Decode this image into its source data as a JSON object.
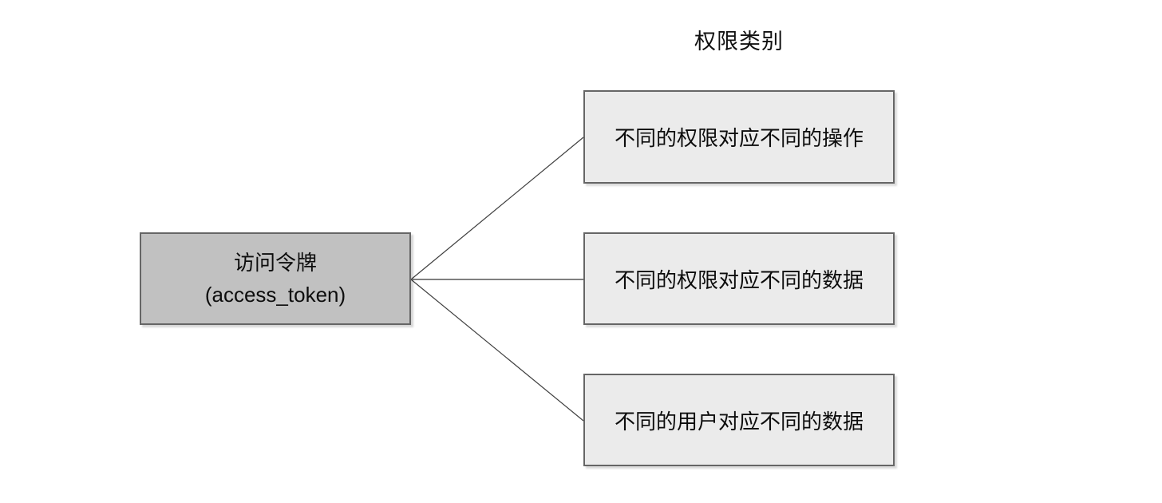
{
  "diagram": {
    "title": "权限类别",
    "root_node": {
      "line1": "访问令牌",
      "line2": "(access_token)"
    },
    "branches": [
      {
        "label": "不同的权限对应不同的操作"
      },
      {
        "label": "不同的权限对应不同的数据"
      },
      {
        "label": "不同的用户对应不同的数据"
      }
    ],
    "colors": {
      "background": "#ffffff",
      "root_fill": "#c1c1c1",
      "branch_fill": "#ebebeb",
      "border": "#666666",
      "connector_diagonal": "#3f3f3f",
      "connector_middle": "#808080",
      "text": "#0d0d0d"
    }
  }
}
